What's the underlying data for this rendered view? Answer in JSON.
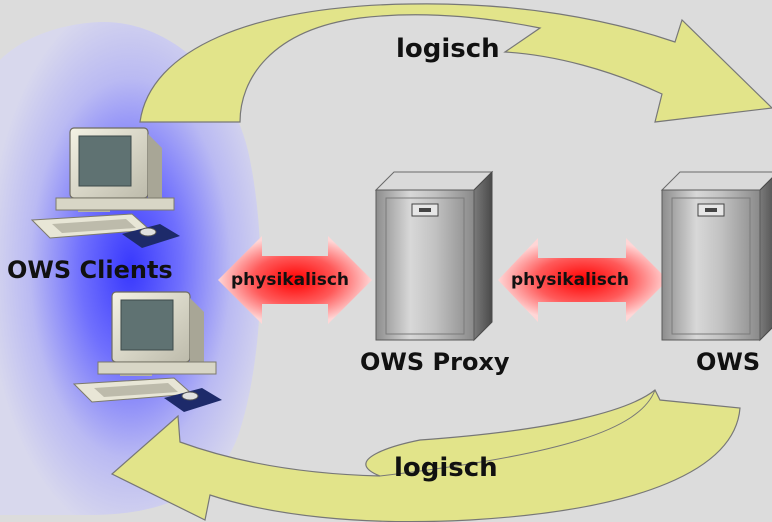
{
  "diagram": {
    "arrows": {
      "logical_top": "logisch",
      "logical_bottom": "logisch",
      "physical_left": "physikalisch",
      "physical_right": "physikalisch"
    },
    "nodes": {
      "clients": "OWS Clients",
      "proxy": "OWS Proxy",
      "server": "OWS"
    },
    "colors": {
      "background": "#dcdcdc",
      "logical_arrow": "#e3e58a",
      "physical_arrow_core": "#ff0000",
      "physical_arrow_edge": "#ffc8c8",
      "client_glow": "#3d3dff",
      "server_body": "#a9a9a9"
    },
    "icons": {
      "client": "desktop-computer-icon",
      "proxy": "server-tower-icon",
      "server": "server-tower-icon"
    }
  }
}
